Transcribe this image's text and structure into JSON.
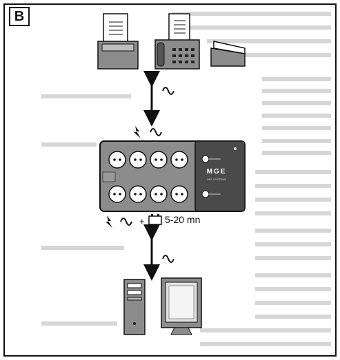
{
  "figure": {
    "panel_label": "B",
    "backup_duration": "5-20 mn",
    "plus_sign": "+",
    "brand": "MGE",
    "brand_subtitle": "UPS SYSTEMS"
  },
  "colors": {
    "background_text": "#cfcfcf",
    "device_gray": "#8c8c8c",
    "ups_dark": "#4a4a4a",
    "outline": "#111111"
  },
  "icons": {
    "printer": "printer-icon",
    "fax": "fax-icon",
    "scanner": "scanner-icon",
    "power_strip": "power-strip-icon",
    "computer_tower": "computer-tower-icon",
    "monitor": "monitor-icon",
    "battery": "battery-icon",
    "lightning": "lightning-icon",
    "ac_wave": "ac-wave-icon",
    "double_arrow": "double-arrow-icon"
  }
}
